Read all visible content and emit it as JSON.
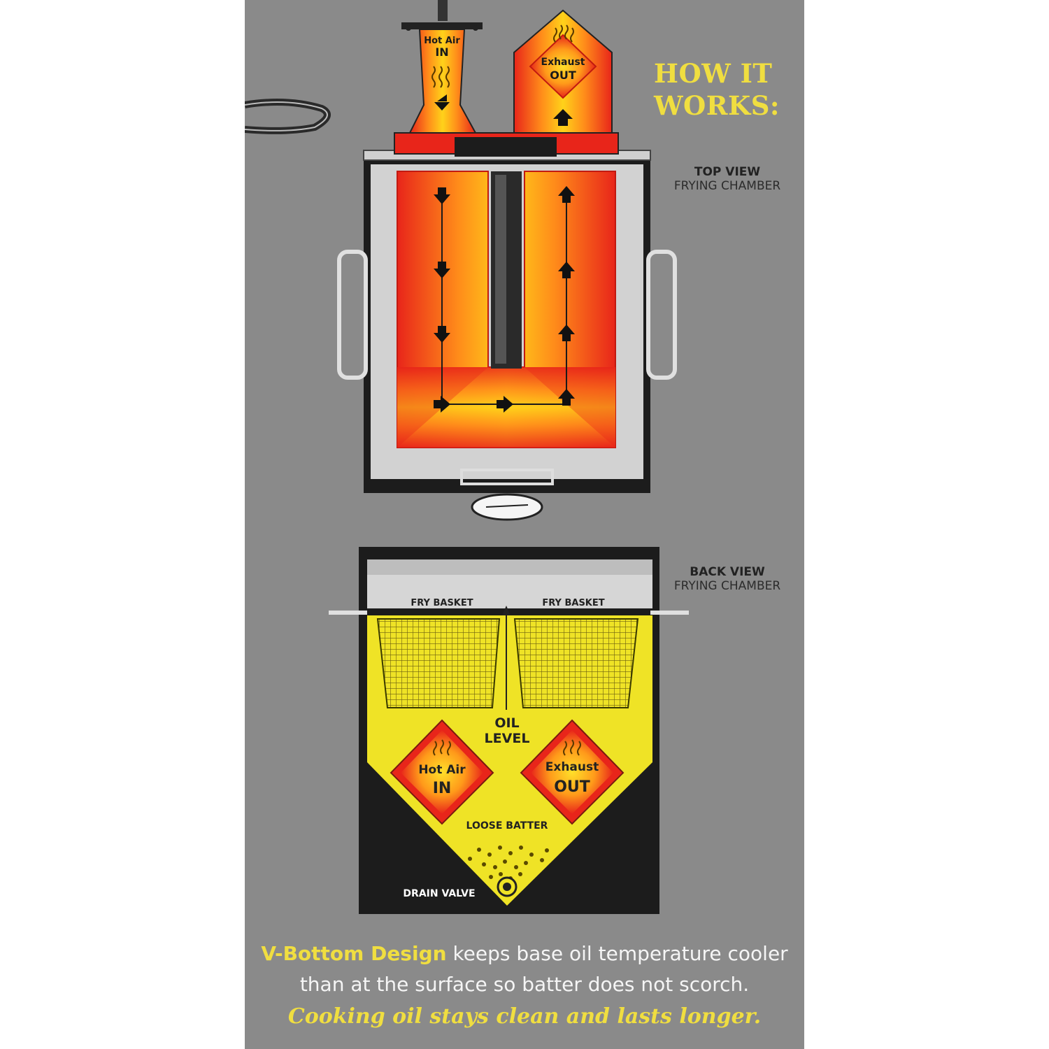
{
  "title_lines": [
    "HOW IT",
    "WORKS:"
  ],
  "top_view": {
    "label": "TOP VIEW",
    "sublabel": "FRYING CHAMBER"
  },
  "back_view": {
    "label": "BACK VIEW",
    "sublabel": "FRYING CHAMBER"
  },
  "hot_air": {
    "line1": "Hot Air",
    "line2": "IN"
  },
  "exhaust": {
    "line1": "Exhaust",
    "line2": "OUT"
  },
  "fry_basket_label": "FRY BASKET",
  "oil_level": {
    "line1": "OIL",
    "line2": "LEVEL"
  },
  "loose_batter_label": "LOOSE BATTER",
  "drain_valve_label": "DRAIN VALVE",
  "footer": {
    "highlight": "V-Bottom Design",
    "line1_rest": " keeps base oil temperature cooler",
    "line2": "than at the surface so batter does not scorch.",
    "line3": "Cooking oil stays clean and lasts longer."
  },
  "colors": {
    "background": "#8a8a8a",
    "flame_red": "#e8251a",
    "flame_yellow": "#ffd21a",
    "oil_yellow": "#efe326",
    "title_yellow": "#f0de40"
  }
}
